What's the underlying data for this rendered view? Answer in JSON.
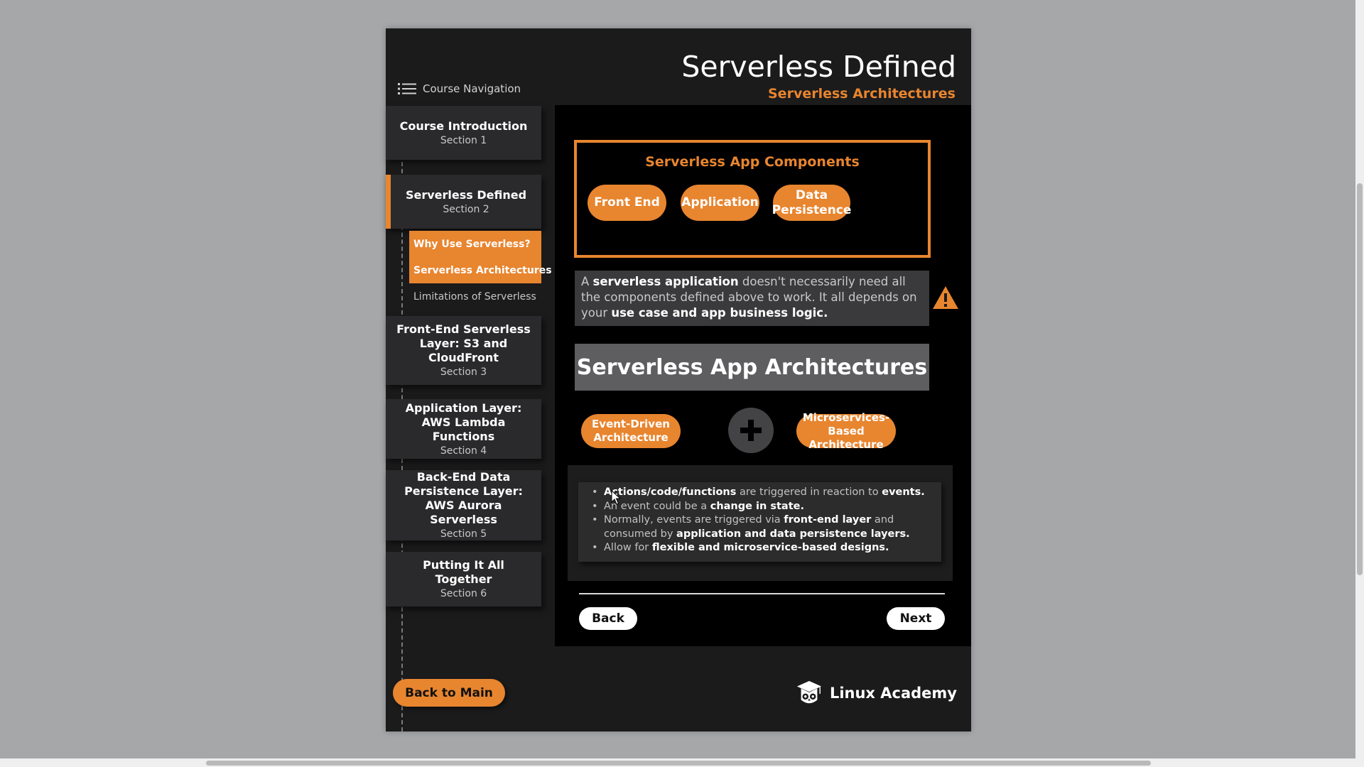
{
  "page": {
    "title": "Serverless Defined",
    "subtitle": "Serverless Architectures"
  },
  "nav": {
    "header": "Course Navigation",
    "sections": [
      {
        "title": "Course Introduction",
        "section": "Section 1"
      },
      {
        "title": "Serverless Defined",
        "section": "Section 2",
        "active": true
      },
      {
        "title": "Front-End Serverless Layer: S3 and CloudFront",
        "section": "Section 3"
      },
      {
        "title": "Application Layer: AWS Lambda Functions",
        "section": "Section 4"
      },
      {
        "title": "Back-End Data Persistence Layer: AWS Aurora Serverless",
        "section": "Section 5"
      },
      {
        "title": "Putting It All Together",
        "section": "Section 6"
      }
    ],
    "subitems": [
      {
        "label": "Why Use Serverless?",
        "highlighted": true
      },
      {
        "label": "Serverless Architectures",
        "highlighted": true
      },
      {
        "label": "Limitations of Serverless",
        "highlighted": false
      }
    ],
    "back_to_main": "Back to Main"
  },
  "components": {
    "title": "Serverless App Components",
    "items": [
      "Front End",
      "Application",
      "Data Persistence"
    ]
  },
  "note": {
    "p1": "A ",
    "b1": "serverless application",
    "p2": " doesn't necessarily need all the components defined above to work. It all depends on your ",
    "b2": "use case and app business logic."
  },
  "architectures": {
    "title": "Serverless App Architectures",
    "left": "Event-Driven Architecture",
    "right": "Microservices-Based Architecture"
  },
  "bullets": [
    {
      "b1": "Actions/code/functions",
      "t1": " are triggered in reaction to ",
      "b2": "events."
    },
    {
      "t1": "An event could be a ",
      "b1": "change in state."
    },
    {
      "t1": "Normally, events are triggered via ",
      "b1": "front-end layer",
      "t2": " and consumed by ",
      "b2": "application and data persistence layers."
    },
    {
      "t1": "Allow for ",
      "b1": "flexible and microservice-based designs."
    }
  ],
  "buttons": {
    "back": "Back",
    "next": "Next"
  },
  "brand": {
    "name": "Linux Academy"
  },
  "icons": {
    "menu": "list-icon",
    "warning": "warning-triangle-icon",
    "plus": "plus-icon",
    "logo": "owl-graduation-cap-icon"
  },
  "colors": {
    "accent": "#e8852f",
    "panel": "#1b1b1c",
    "content_bg": "#000000",
    "page_bg": "#a6a7a9"
  }
}
